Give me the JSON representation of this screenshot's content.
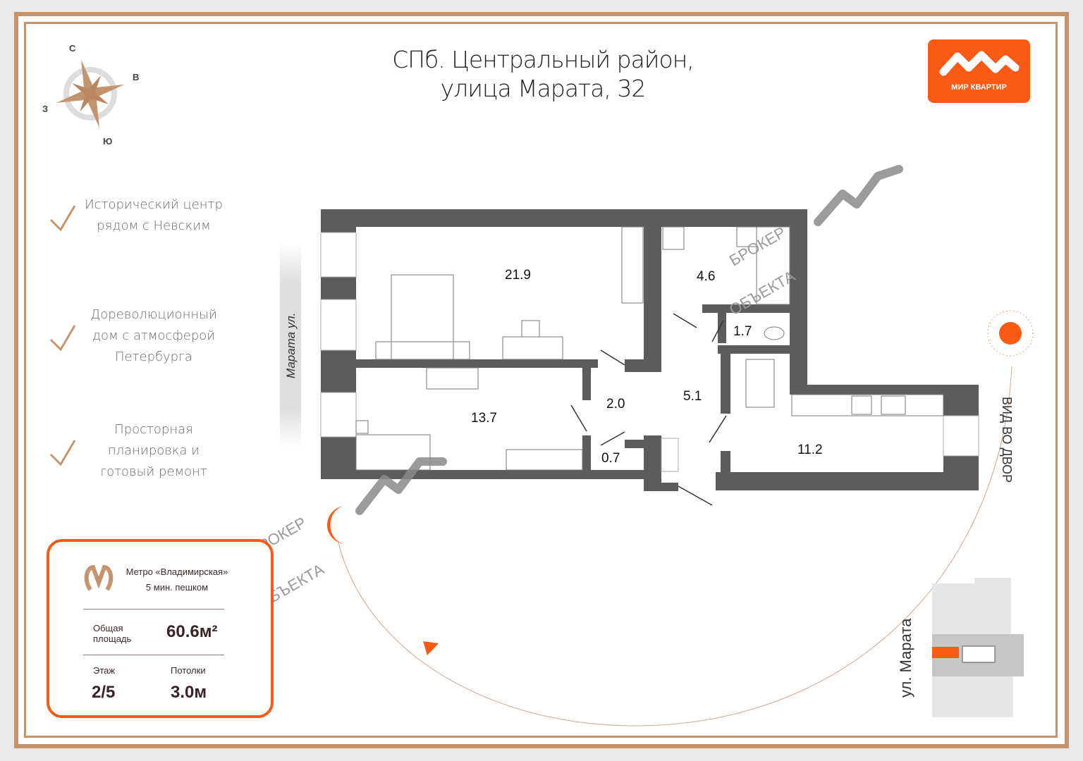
{
  "title": {
    "line1": "СПб. Центральный район,",
    "line2": "улица Марата, 32"
  },
  "logo": {
    "text": "МИР КВАРТИР"
  },
  "compass": {
    "north": "С",
    "east": "В",
    "west": "З",
    "south": "Ю"
  },
  "features": [
    {
      "line1": "Исторический центр",
      "line2": "рядом с Невским"
    },
    {
      "line1": "Дореволюционный",
      "line2": "дом с атмосферой",
      "line3": "Петербурга"
    },
    {
      "line1": "Просторная",
      "line2": "планировка и",
      "line3": "готовый ремонт"
    }
  ],
  "street_left": "Марата ул.",
  "view_label": "ВИД ВО ДВОР",
  "street_map_label": "ул. Марата",
  "watermark": {
    "line1": "БРОКЕР",
    "line2": "ОБЪЕКТА"
  },
  "rooms": {
    "r1": "21.9",
    "r2": "13.7",
    "r3": "4.6",
    "r4": "1.7",
    "r5": "2.0",
    "r6": "5.1",
    "r7": "0.7",
    "r8": "11.2"
  },
  "info": {
    "metro_line1": "Метро «Владимирская»",
    "metro_line2": "5 мин. пешком",
    "area_label_1": "Общая",
    "area_label_2": "площадь",
    "area_value": "60.6м²",
    "floor_label": "Этаж",
    "floor_value": "2/5",
    "ceiling_label": "Потолки",
    "ceiling_value": "3.0м"
  },
  "colors": {
    "accent": "#fb5a14",
    "frame": "#c4946e",
    "wall": "#5c5c5c"
  }
}
